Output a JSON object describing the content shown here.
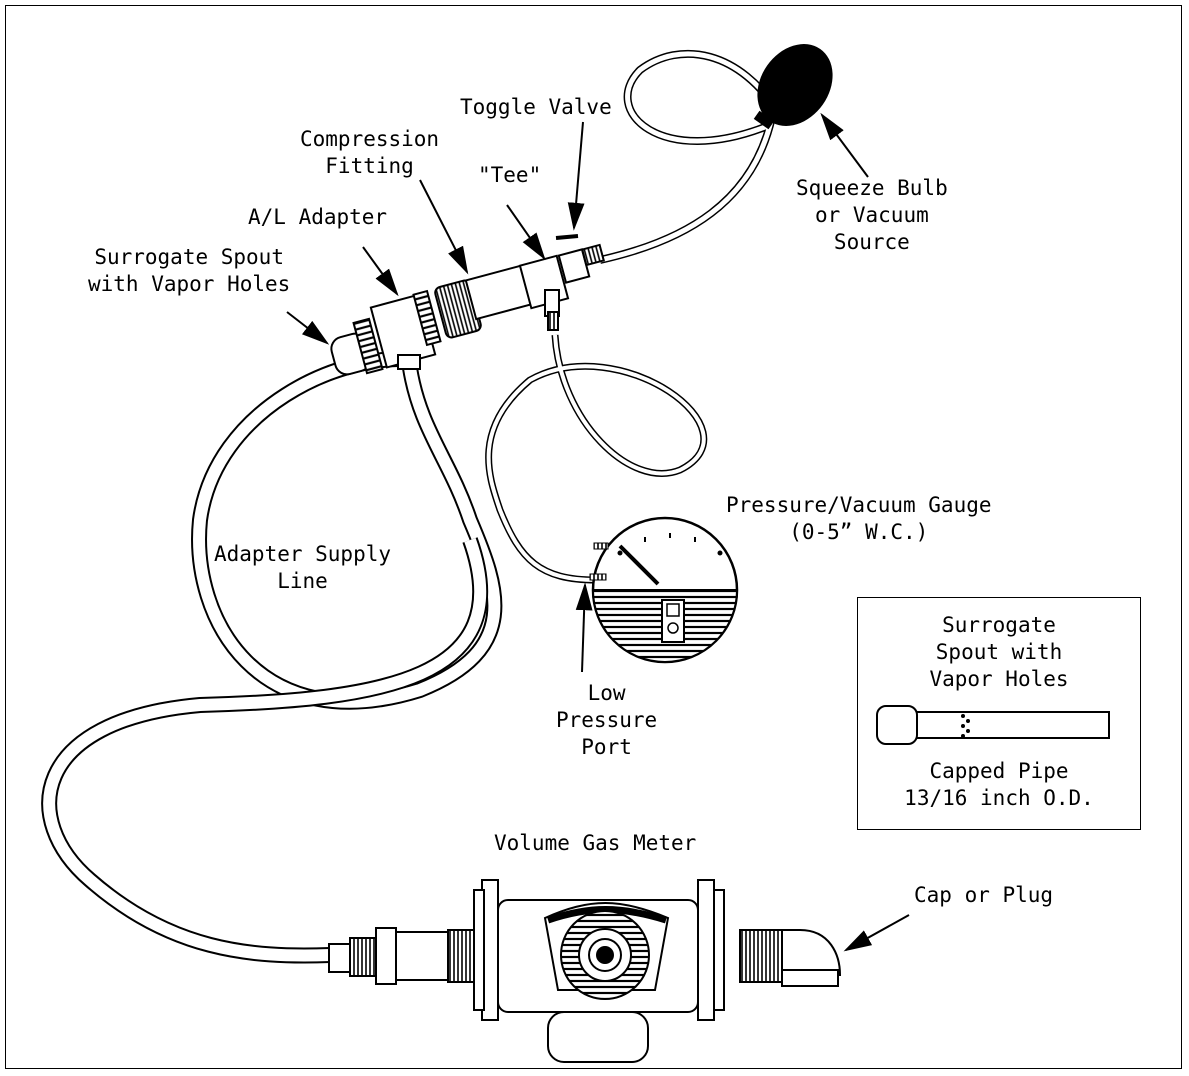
{
  "labels": {
    "toggle_valve": "Toggle Valve",
    "compression_fitting": [
      "Compression",
      "Fitting"
    ],
    "tee": "\"Tee\"",
    "al_adapter": "A/L Adapter",
    "surrogate_spout": [
      "Surrogate Spout",
      "with Vapor Holes"
    ],
    "squeeze_bulb": [
      "Squeeze Bulb",
      "or Vacuum",
      "Source"
    ],
    "gauge": [
      "Pressure/Vacuum Gauge",
      "(0-5” W.C.)"
    ],
    "adapter_supply_line": [
      "Adapter Supply",
      "Line"
    ],
    "low_pressure_port": [
      "Low",
      "Pressure",
      "Port"
    ],
    "volume_gas_meter": "Volume Gas Meter",
    "cap_or_plug": "Cap or Plug"
  },
  "inset": {
    "title": [
      "Surrogate",
      "Spout with",
      "Vapor Holes"
    ],
    "caption": [
      "Capped Pipe",
      "13/16 inch O.D."
    ]
  },
  "colors": {
    "line": "#000000",
    "background": "#ffffff"
  }
}
